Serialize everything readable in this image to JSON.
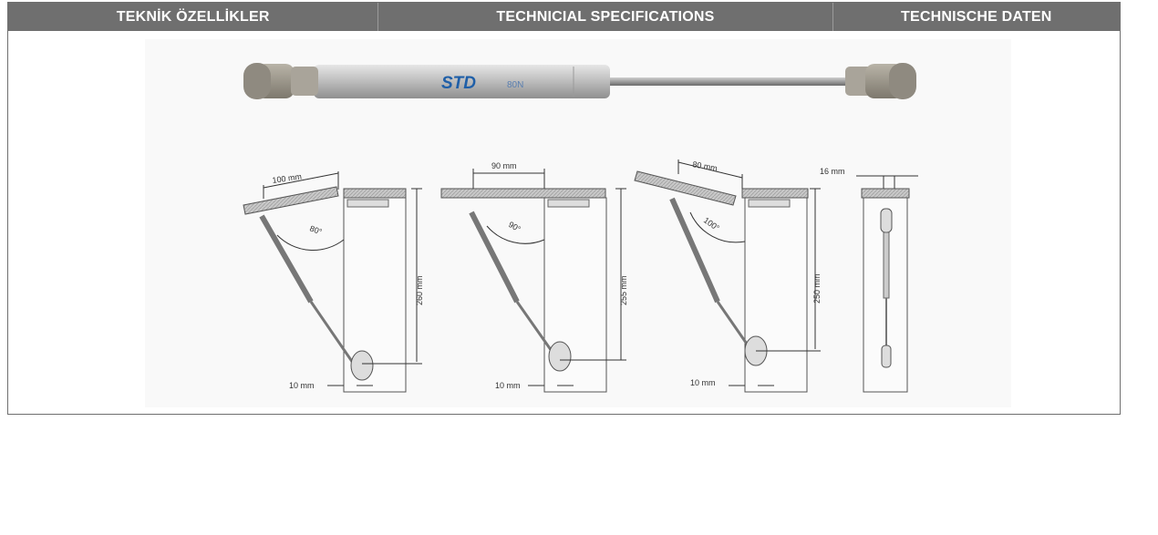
{
  "header": {
    "col_tr": "TEKNİK ÖZELLİKLER",
    "col_en": "TECHNICIAL SPECIFICATIONS",
    "col_de": "TECHNISCHE DATEN"
  },
  "product": {
    "brand": "STD",
    "force": "80N"
  },
  "diagrams": [
    {
      "arm": "100 mm",
      "angle": "80°",
      "height": "260 mm",
      "offset": "10 mm"
    },
    {
      "arm": "90 mm",
      "angle": "90°",
      "height": "255 mm",
      "offset": "10 mm"
    },
    {
      "arm": "80 mm",
      "angle": "100°",
      "height": "250 mm",
      "offset": "10 mm"
    }
  ],
  "side_view": {
    "width": "16 mm"
  },
  "colors": {
    "header_bg": "#6f6f6f",
    "brand_blue": "#1f5fa8"
  }
}
